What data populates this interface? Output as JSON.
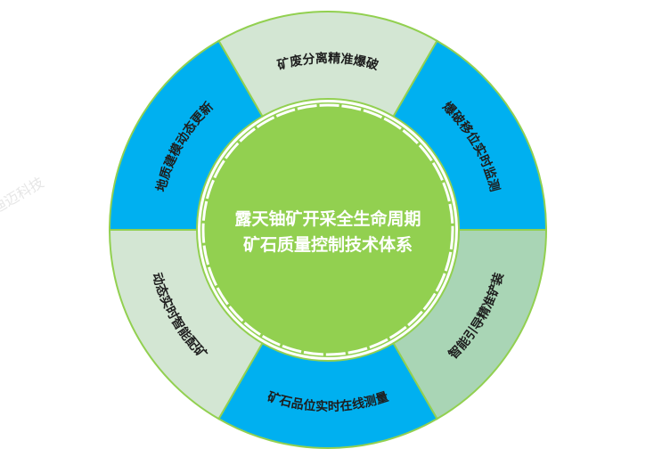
{
  "center": {
    "line1": "露天铀矿开采全生命周期",
    "line2": "矿石质量控制技术体系",
    "color": "#92d050"
  },
  "segments": [
    {
      "label": "矿废分离精准爆破",
      "color": "#d3e6d3"
    },
    {
      "label": "爆破移位实时监测",
      "color": "#00b0f0"
    },
    {
      "label": "智能引导精准铲装",
      "color": "#a9d5b5"
    },
    {
      "label": "矿石品位实时在线测量",
      "color": "#00b0f0"
    },
    {
      "label": "动态实时智能配矿",
      "color": "#d3e6d3"
    },
    {
      "label": "地质建模动态更新",
      "color": "#00b0f0"
    }
  ],
  "ring_border_color": "#92d050",
  "watermark": "迪迈科技"
}
